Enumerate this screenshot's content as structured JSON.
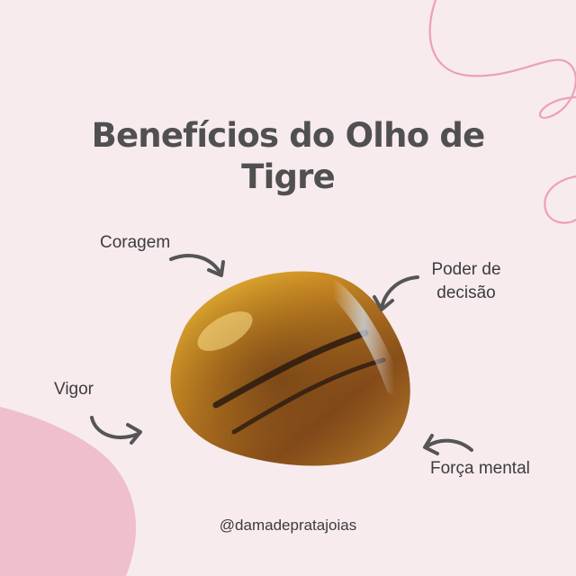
{
  "title": "Benefícios do Olho de Tigre",
  "labels": {
    "coragem": "Coragem",
    "poder_line1": "Poder de",
    "poder_line2": "decisão",
    "vigor": "Vigor",
    "forca": "Força mental"
  },
  "handle": "@damadepratajoias",
  "colors": {
    "background": "#f7ebee",
    "blob": "#efbfcd",
    "curl_line": "#ee9fb6",
    "text": "#3c3c3c",
    "title": "#505050",
    "arrow": "#555555",
    "stone_gold": "#d49a2a",
    "stone_brown": "#7a4718"
  },
  "icons": {
    "arrows": "curved-arrow-icon",
    "stone": "tiger-eye-stone-icon"
  }
}
